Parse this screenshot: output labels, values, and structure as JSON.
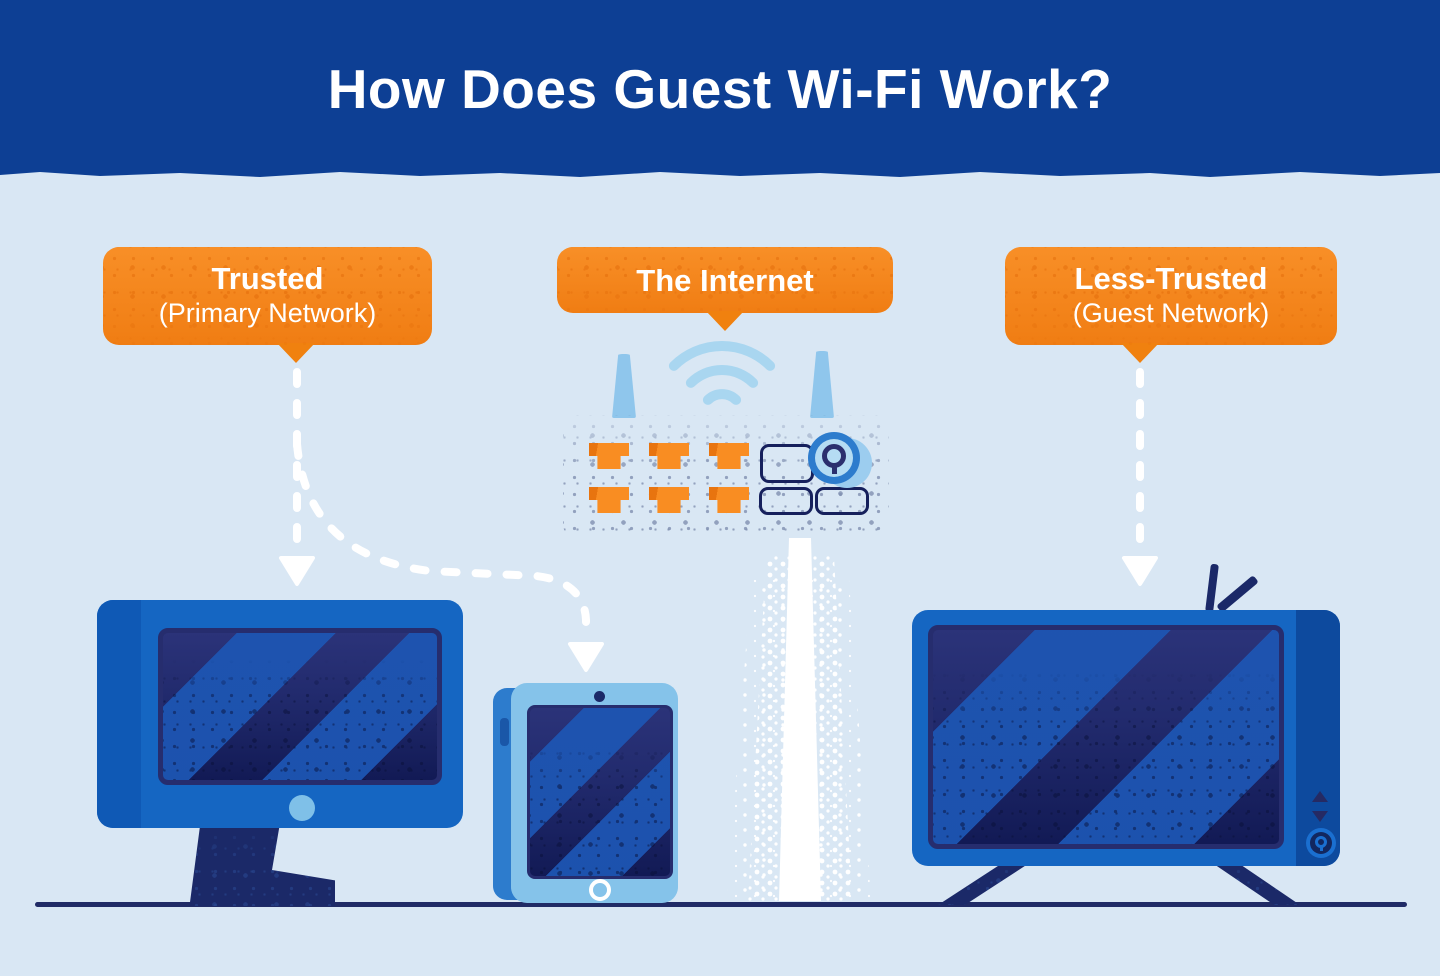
{
  "header": {
    "title": "How Does Guest Wi-Fi Work?"
  },
  "callouts": {
    "trusted": {
      "title": "Trusted",
      "subtitle": "(Primary Network)"
    },
    "internet": {
      "title": "The Internet"
    },
    "less_trusted": {
      "title": "Less-Trusted",
      "subtitle": "(Guest Network)"
    }
  },
  "diagram": {
    "devices": [
      {
        "id": "router",
        "label": "wifi-router",
        "ethernet_ports": 6,
        "antennas": 2
      },
      {
        "id": "desktop",
        "label": "desktop-computer"
      },
      {
        "id": "tablet",
        "label": "tablet"
      },
      {
        "id": "tv",
        "label": "television"
      }
    ],
    "connections": [
      {
        "from": "trusted-callout",
        "to": "desktop-computer",
        "style": "white-dashed-arrow"
      },
      {
        "from": "trusted-callout",
        "to": "tablet",
        "style": "white-dashed-curved-arrow"
      },
      {
        "from": "less-trusted-callout",
        "to": "television",
        "style": "white-dashed-arrow"
      },
      {
        "from": "ground",
        "to": "router",
        "style": "white-signal-beam"
      }
    ],
    "icons": {
      "wifi_signal": "three concentric arcs",
      "q_logo": "ring with stem (Q mark)",
      "ethernet_port": "orange port silhouette",
      "channel_arrows": "up and down triangles"
    }
  },
  "colors": {
    "header_blue": "#0d3f94",
    "background": "#d9e7f4",
    "accent_orange": "#f6871f",
    "accent_orange_dark": "#e06d10",
    "device_blue": "#1566c2",
    "router_blue": "#0f4aa0",
    "screen_navy": "#272e74",
    "stripe_blue": "#1d55b2",
    "light_blue": "#85c3ea",
    "pale_blue": "#a9d6f0",
    "dark_navy": "#1b2968",
    "white": "#ffffff"
  }
}
